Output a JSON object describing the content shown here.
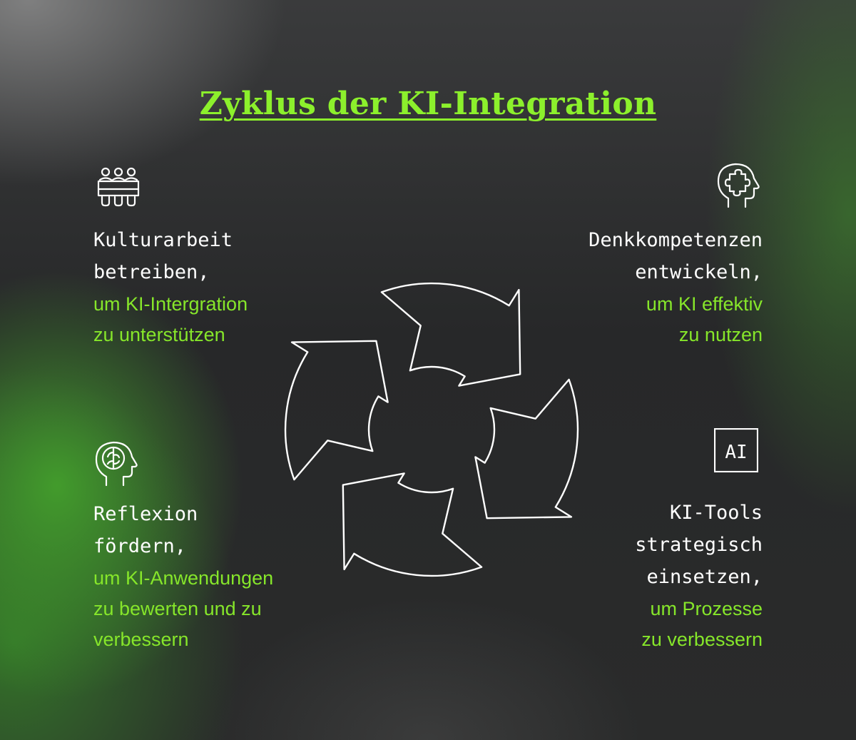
{
  "title": "Zyklus der KI-Integration",
  "colors": {
    "accent": "#8cf02c",
    "text": "#ffffff",
    "background": "#232526"
  },
  "steps": [
    {
      "id": "kultur",
      "icon": "group-people-icon",
      "heading": "Kulturarbeit\nbetreiben,",
      "sub": "um KI-Intergration\nzu unterstützen"
    },
    {
      "id": "denk",
      "icon": "head-puzzle-icon",
      "heading": "Denkkompetenzen\nentwickeln,",
      "sub": "um KI effektiv\nzu nutzen"
    },
    {
      "id": "reflexion",
      "icon": "head-brain-icon",
      "heading": "Reflexion\nfördern,",
      "sub": "um KI-Anwendungen\nzu bewerten und zu\nverbessern"
    },
    {
      "id": "tools",
      "icon": "ai-chip-icon",
      "icon_text": "AI",
      "heading": "KI-Tools\nstrategisch\neinsetzen,",
      "sub": "um Prozesse\nzu verbessern"
    }
  ]
}
